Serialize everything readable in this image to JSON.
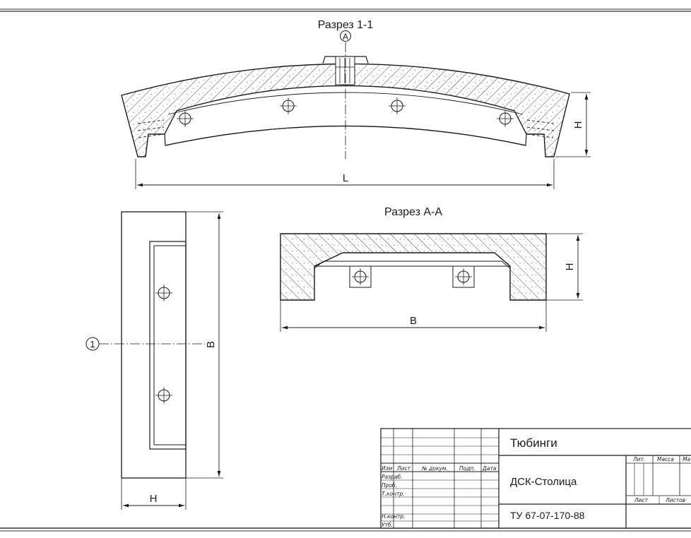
{
  "sections": {
    "section_1_title": "Разрез 1-1",
    "section_a_title": "Разрез A-A",
    "marker_a": "A",
    "marker_1": "1"
  },
  "dimensions": {
    "length": "L",
    "height": "H",
    "width": "B"
  },
  "title_block": {
    "product_name": "Тюбинги",
    "organization": "ДСК-Столица",
    "standard": "ТУ 67-07-170-88",
    "col_headers": [
      "Изм",
      "Лист",
      "№ докум.",
      "Подп.",
      "Дата"
    ],
    "roles": [
      "Разраб.",
      "Проб.",
      "Т.контр.",
      "Н.контр.",
      "Утб."
    ],
    "lit_label": "Лит.",
    "mass_label": "Масса",
    "scale_label": "Ма",
    "sheet_label": "Лист",
    "sheets_label": "Листов"
  }
}
